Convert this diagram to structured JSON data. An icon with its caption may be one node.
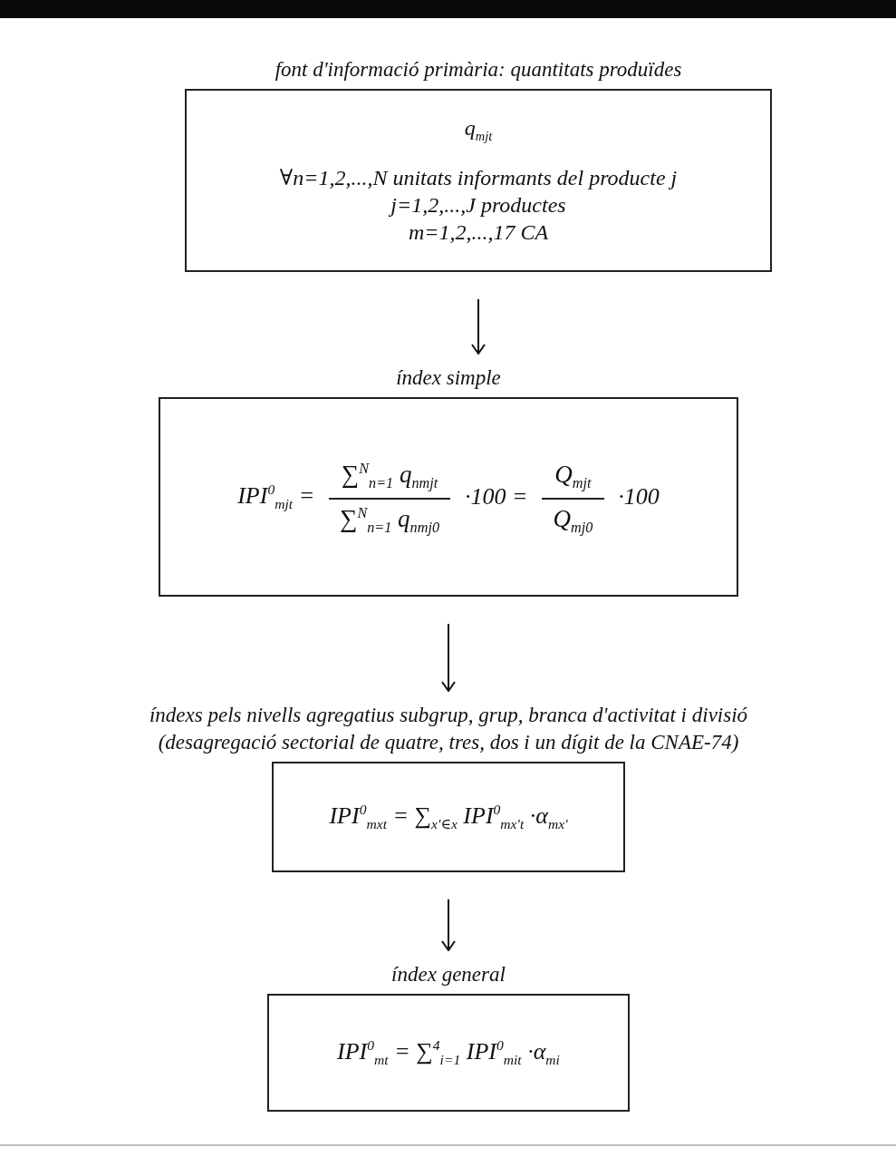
{
  "diagram": {
    "nodes": [
      {
        "text": [
          "font d'informació primària: quantitats produïdes",
          "q$_{mjt}$",
          "∀n=1,2,...,N unitats informants del producte j",
          "j=1,2,...,J productes",
          "m=1,2,...,17 CA"
        ]
      },
      {
        "text": [
          "índex simple",
          "IPI$^{0}$$_{mjt}$ =",
          "∑$^{N}$$_{n=1}$ q$_{nmjt}$",
          "∑$^{N}$$_{n=1}$ q$_{nmj0}$",
          "·100 =",
          "Q$_{mjt}$",
          "Q$_{mj0}$",
          "·100"
        ]
      },
      {
        "text": [
          "índexs pels nivells agregatius subgrup, grup, branca d'activitat i divisió (desagregació sectorial de quatre, tres, dos i un dígit de la CNAE-74)",
          "IPI$^{0}$$_{mxt}$ = ∑$_{x′∈x}$ IPI$^{0}$$_{mx′t}$ ·α$_{mx′}$"
        ]
      },
      {
        "text": [
          "índex general",
          "IPI$^{0}$$_{mt}$ = ∑$^{4}$$_{i=1}$ IPI$^{0}$$_{mit}$ ·α$_{mi}$"
        ]
      }
    ],
    "edges": [
      {
        "from": 0,
        "to": 1,
        "arrow": "to"
      },
      {
        "from": 1,
        "to": 2,
        "arrow": "to"
      },
      {
        "from": 2,
        "to": 3,
        "arrow": "to"
      }
    ]
  }
}
